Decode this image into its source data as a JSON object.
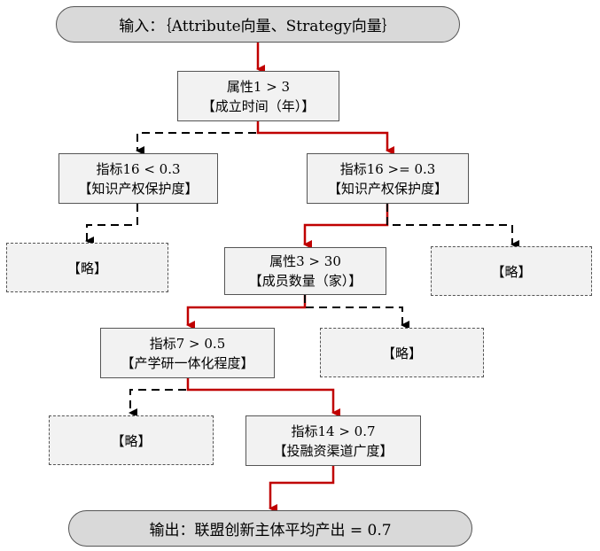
{
  "input": {
    "label": "输入：｛Attribute向量、Strategy向量｝"
  },
  "output": {
    "label": "输出：联盟创新主体平均产出 = 0.7"
  },
  "nodes": {
    "n1": {
      "line1": "属性1 > 3",
      "line2": "【成立时间（年）】"
    },
    "n2": {
      "line1": "指标16 < 0.3",
      "line2": "【知识产权保护度】"
    },
    "n3": {
      "line1": "指标16 >= 0.3",
      "line2": "【知识产权保护度】"
    },
    "n4": {
      "line1": "属性3 > 30",
      "line2": "【成员数量（家）】"
    },
    "n5": {
      "line1": "指标7 > 0.5",
      "line2": "【产学研一体化程度】"
    },
    "n6": {
      "line1": "指标14 > 0.7",
      "line2": "【投融资渠道广度】"
    }
  },
  "leaves": {
    "l1": "【略】",
    "l2": "【略】",
    "l3": "【略】",
    "l4": "【略】"
  },
  "colors": {
    "path": "#c00000",
    "dashed": "#000000",
    "border": "#555555"
  }
}
